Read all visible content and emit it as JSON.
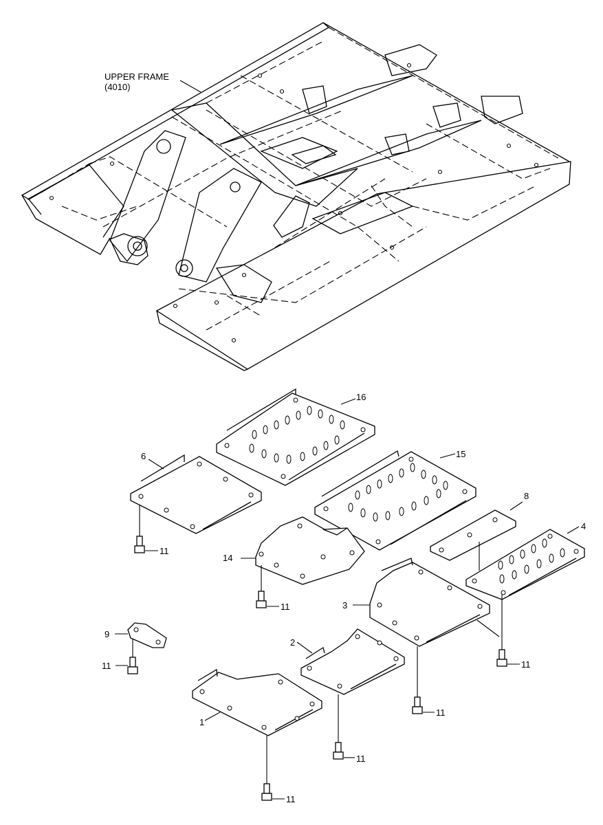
{
  "upper_frame": {
    "name": "UPPER FRAME",
    "code": "(4010)"
  },
  "labels": {
    "p1": "1",
    "p2": "2",
    "p3": "3",
    "p4": "4",
    "p6": "6",
    "p8": "8",
    "p9": "9",
    "p14": "14",
    "p15": "15",
    "p16": "16",
    "bolt": "11"
  }
}
